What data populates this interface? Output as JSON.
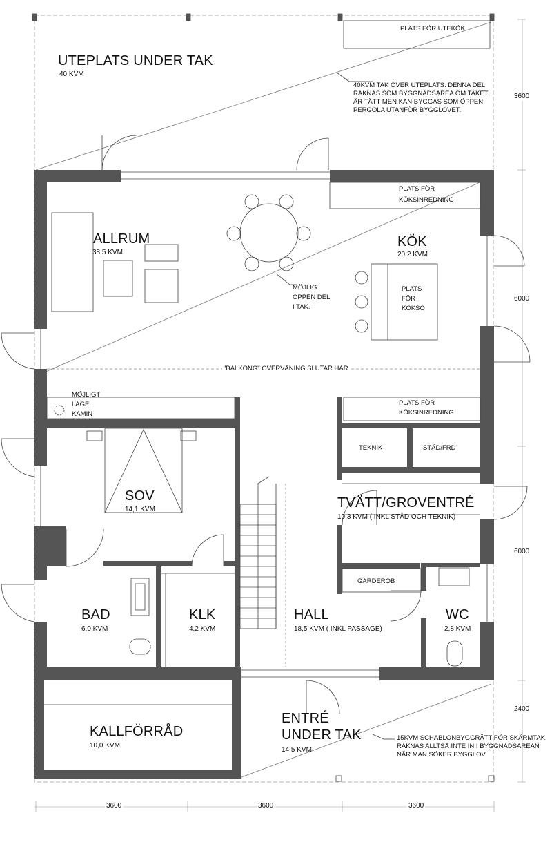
{
  "title": "",
  "outdoor": {
    "uteplats_title": "UTEPLATS UNDER TAK",
    "uteplats_area": "40 KVM",
    "utekok": "PLATS FÖR UTEKÖK",
    "note_tak": "40KVM TAK ÖVER UTEPLATS. DENNA DEL RÄKNAS SOM BYGGNADSAREA OM TAKET ÄR TÄTT MEN KAN BYGGAS SOM ÖPPEN PERGOLA UTANFÖR BYGGLOVET.",
    "entre_title_1": "ENTRÉ",
    "entre_title_2": "UNDER TAK",
    "entre_area": "14,5 KVM",
    "note_entre": "15KVM SCHABLONBYGGRÄTT FÖR SKÄRMTAK. RÄKNAS ALLTSÅ INTE IN I BYGGNADSAREAN NÄR MAN SÖKER BYGGLOV"
  },
  "rooms": {
    "allrum": {
      "name": "ALLRUM",
      "area": "38,5 KVM"
    },
    "kok": {
      "name": "KÖK",
      "area": "20,2 KVM"
    },
    "sov": {
      "name": "SOV",
      "area": "14,1 KVM"
    },
    "tvatt": {
      "name": "TVÄTT/GROVENTRÉ",
      "area": "10,3 KVM  ( INKL STÄD OCH TEKNIK)"
    },
    "bad": {
      "name": "BAD",
      "area": "6,0 KVM"
    },
    "klk": {
      "name": "KLK",
      "area": "4,2 KVM"
    },
    "hall": {
      "name": "HALL",
      "area": "18,5 KVM  ( INKL PASSAGE)"
    },
    "wc": {
      "name": "WC",
      "area": "2,8 KVM"
    },
    "kallforrad": {
      "name": "KALLFÖRRÅD",
      "area": "10,0 KVM"
    }
  },
  "labels": {
    "koksinredning_top": "PLATS FÖR KÖKSINREDNING",
    "koksinredning_top_1": "PLATS FÖR",
    "koksinredning_top_2": "KÖKSINREDNING",
    "koksinredning_mid_1": "PLATS FÖR",
    "koksinredning_mid_2": "KÖKSINREDNING",
    "koksö_1": "PLATS",
    "koksö_2": "FÖR",
    "koksö_3": "KÖKSÖ",
    "oppen_1": "MÖJLIG",
    "oppen_2": "ÖPPEN DEL",
    "oppen_3": "I TAK.",
    "balkong": "\"BALKONG\" ÖVERVÅNING SLUTAR HÄR",
    "kamin_1": "MÖJLIGT",
    "kamin_2": "LÄGE",
    "kamin_3": "KAMIN",
    "teknik": "TEKNIK",
    "stad": "STÄD/FRD",
    "garderob": "GARDEROB"
  },
  "dimensions": {
    "right": [
      "3600",
      "6000",
      "6000",
      "2400"
    ],
    "bottom": [
      "3600",
      "3600",
      "3600"
    ]
  },
  "colors": {
    "wall": "#555555",
    "line": "#333333",
    "thin": "#888888"
  }
}
